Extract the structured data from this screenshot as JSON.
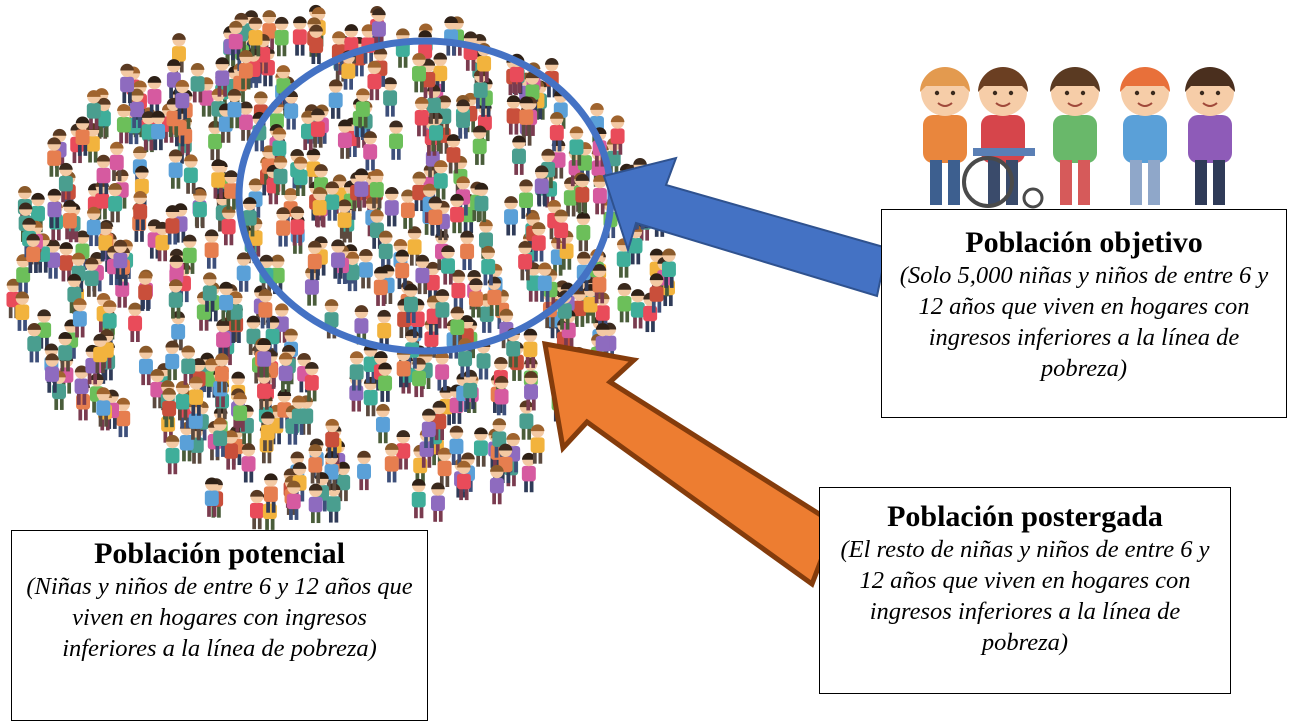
{
  "boxes": {
    "objetivo": {
      "title": "Población objetivo",
      "desc": "(Solo 5,000 niñas y niños de entre 6 y 12 años que viven en hogares con ingresos inferiores a la línea de pobreza)"
    },
    "postergada": {
      "title": "Población postergada",
      "desc": "(El resto de niñas y niños de entre 6 y 12 años que viven en hogares con ingresos inferiores a la línea de pobreza)"
    },
    "potencial": {
      "title": "Población potencial",
      "desc": "(Niñas y niños de entre 6 y 12 años que viven en hogares con ingresos inferiores a la línea de pobreza)"
    }
  },
  "colors": {
    "circle": "#4472c4",
    "arrow_blue": "#4472c4",
    "arrow_orange": "#ed7d31",
    "arrow_orange_border": "#843c0c"
  },
  "illustrations": {
    "crowd": "crowd-of-children-illustration",
    "group": "five-children-illustration"
  }
}
